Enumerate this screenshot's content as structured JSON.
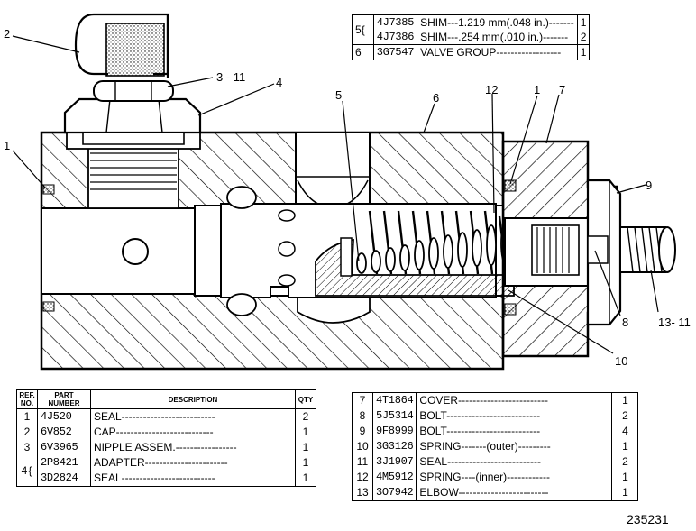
{
  "callouts": {
    "c1_left": "1",
    "c2": "2",
    "c3_11": "3 - 11",
    "c4": "4",
    "c5": "5",
    "c6": "6",
    "c12": "12",
    "c1_right": "1",
    "c7": "7",
    "c9": "9",
    "c8": "8",
    "c13_11": "13- 11",
    "c10": "10"
  },
  "top_table": {
    "rows": [
      {
        "ref": "5",
        "part": "4J7385",
        "desc": "SHIM---1.219 mm(.048 in.)-------",
        "qty": "1"
      },
      {
        "ref": "",
        "part": "4J7386",
        "desc": "SHIM---.254 mm(.010 in.)-------",
        "qty": "2"
      },
      {
        "ref": "6",
        "part": "3G7547",
        "desc": "VALVE GROUP------------------",
        "qty": "1"
      }
    ]
  },
  "left_table": {
    "headers": {
      "ref": "REF. NO.",
      "part": "PART NUMBER",
      "desc": "DESCRIPTION",
      "qty": "QTY"
    },
    "rows": [
      {
        "ref": "1",
        "part": "4J520",
        "desc": "SEAL--------------------------",
        "qty": "2"
      },
      {
        "ref": "2",
        "part": "6V852",
        "desc": "CAP---------------------------",
        "qty": "1"
      },
      {
        "ref": "3",
        "part": "6V3965",
        "desc": "NIPPLE ASSEM.-----------------",
        "qty": "1"
      },
      {
        "ref": "4",
        "part": "2P8421",
        "desc": "ADAPTER-----------------------",
        "qty": "1"
      },
      {
        "ref": "",
        "part": "3D2824",
        "desc": "SEAL--------------------------",
        "qty": "1"
      }
    ]
  },
  "right_table": {
    "rows": [
      {
        "ref": "7",
        "part": "4T1864",
        "desc": "COVER-------------------------",
        "qty": "1"
      },
      {
        "ref": "8",
        "part": "5J5314",
        "desc": "BOLT--------------------------",
        "qty": "2"
      },
      {
        "ref": "9",
        "part": "9F8999",
        "desc": "BOLT--------------------------",
        "qty": "4"
      },
      {
        "ref": "10",
        "part": "3G3126",
        "desc": "SPRING-------(outer)---------",
        "qty": "1"
      },
      {
        "ref": "11",
        "part": "3J1907",
        "desc": "SEAL--------------------------",
        "qty": "2"
      },
      {
        "ref": "12",
        "part": "4M5912",
        "desc": "SPRING----(inner)------------",
        "qty": "1"
      },
      {
        "ref": "13",
        "part": "3O7942",
        "desc": "ELBOW-------------------------",
        "qty": "1"
      }
    ]
  },
  "illustration_number": "235231"
}
